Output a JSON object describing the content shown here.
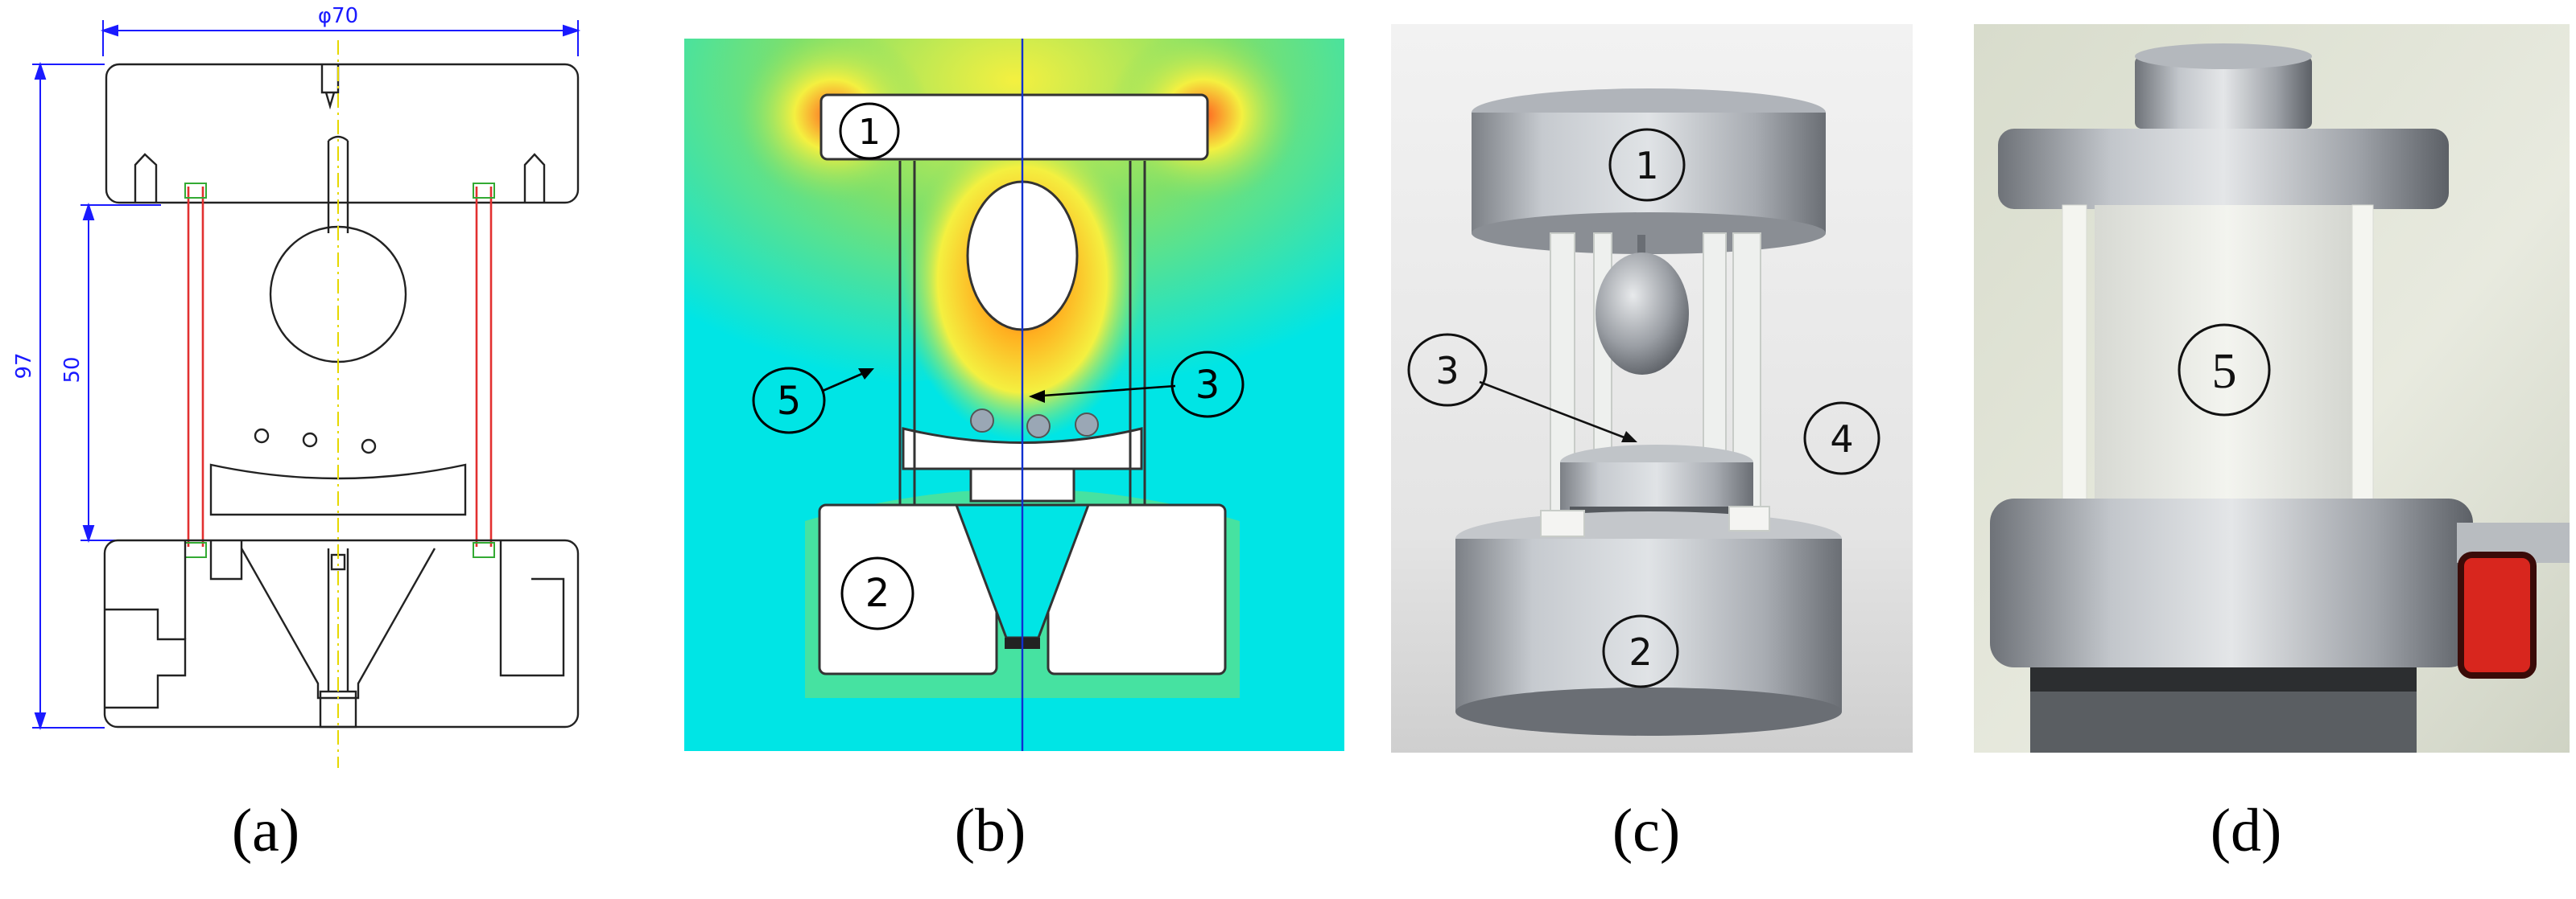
{
  "captions": [
    "(a)",
    "(b)",
    "(c)",
    "(d)"
  ],
  "drawing": {
    "width_dim": "φ70",
    "height_dim": "97",
    "inner_dim": "50"
  },
  "labels": {
    "b": [
      "1",
      "2",
      "3",
      "5"
    ],
    "c": [
      "1",
      "2",
      "3",
      "4"
    ],
    "d": [
      "5"
    ]
  },
  "colors": {
    "dimension_line": "#1a1aff",
    "rod_red": "#e23030",
    "axis_yellow": "#e6d800",
    "field_cyan": "#00e5e5",
    "field_green": "#7fe06a",
    "field_yellow": "#f4f040",
    "field_red": "#ff4020",
    "aluminium": "#b8bcc2"
  }
}
